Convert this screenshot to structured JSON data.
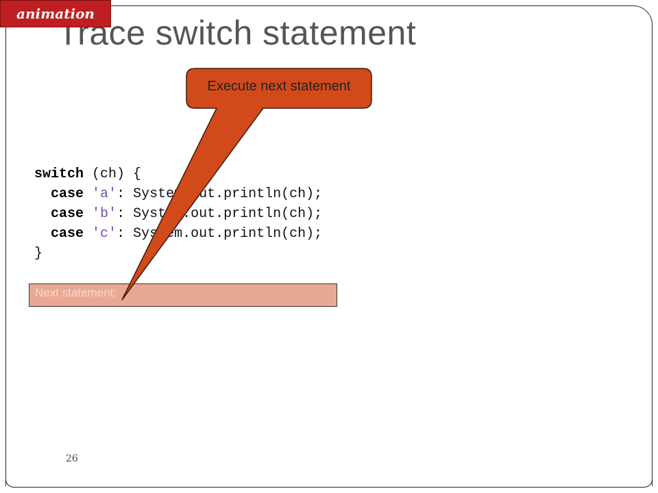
{
  "badge": {
    "label": "animation"
  },
  "slide": {
    "title": "Trace switch statement",
    "page_number": "26"
  },
  "code": {
    "line1": {
      "kw": "switch",
      "rest": " (ch) {"
    },
    "line2": {
      "kw": "case",
      "ch": "'a'",
      "rest": ": System.out.println(ch);"
    },
    "line3": {
      "kw": "case",
      "ch": "'b'",
      "rest": ": System.out.println(ch);"
    },
    "line4": {
      "kw": "case",
      "ch": "'c'",
      "rest": ": System.out.println(ch);"
    },
    "line5": "}"
  },
  "next_statement": {
    "label": "Next statement;"
  },
  "callout": {
    "text": "Execute next statement"
  },
  "colors": {
    "badge_bg": "#bf1e23",
    "callout_fill": "#d24a1a",
    "highlight_fill": "#e9a892",
    "title_color": "#555555"
  }
}
